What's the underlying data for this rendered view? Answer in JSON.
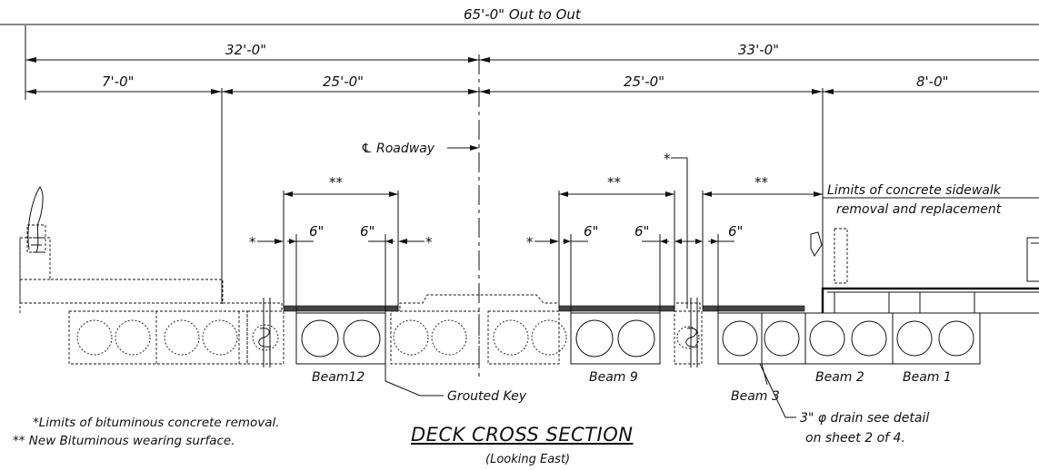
{
  "dimensions": {
    "overall": "65'-0\" Out to Out",
    "left_half": "32'-0\"",
    "right_half": "33'-0\"",
    "left_sidewalk": "7'-0\"",
    "left_roadway": "25'-0\"",
    "right_roadway": "25'-0\"",
    "right_sidewalk": "8'-0\"",
    "six_inch": "6\"",
    "double_star": "**",
    "star": "*"
  },
  "labels": {
    "centerline": "℄ Roadway",
    "limits_line1": "Limits of concrete sidewalk",
    "limits_line2": "removal and replacement",
    "beam12": "Beam12",
    "beam9": "Beam 9",
    "beam3": "Beam 3",
    "beam2": "Beam 2",
    "beam1": "Beam 1",
    "grouted_key": "Grouted Key",
    "drain_line1": "3\" φ drain see detail",
    "drain_line2": "on sheet 2 of 4."
  },
  "notes": {
    "note1": "*Limits of bituminous concrete removal.",
    "note2": "** New Bituminous wearing surface."
  },
  "title": {
    "main": "DECK CROSS SECTION",
    "sub": "(Looking East)"
  }
}
